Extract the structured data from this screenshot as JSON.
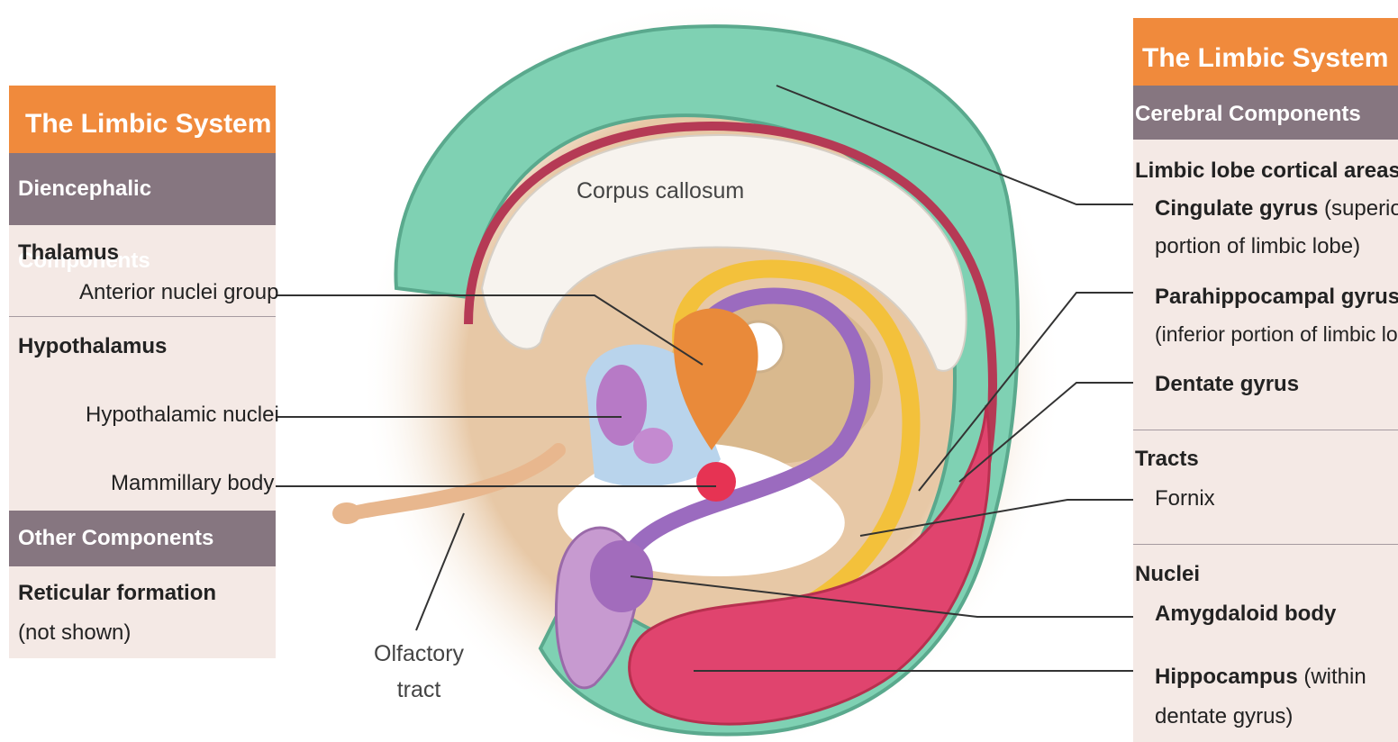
{
  "left_panel": {
    "title": "The Limbic System",
    "section1": "Diencephalic Components",
    "thalamus": "Thalamus",
    "anterior": "Anterior nuclei group",
    "hypothalamus": "Hypothalamus",
    "hypo_nuclei": "Hypothalamic nuclei",
    "mammillary": "Mammillary body",
    "section2": "Other Components",
    "reticular": "Reticular formation",
    "reticular_note": "(not shown)"
  },
  "right_panel": {
    "title": "The Limbic System",
    "section1": "Cerebral Components",
    "limbic_lobe": "Limbic lobe cortical areas",
    "cingulate": "Cingulate gyrus",
    "cingulate_note1": "(superior",
    "cingulate_note2": "portion of limbic lobe)",
    "parahippo": "Parahippocampal gyrus",
    "parahippo_note": "(inferior portion of limbic lobe",
    "dentate": "Dentate gyrus",
    "tracts": "Tracts",
    "fornix": "Fornix",
    "nuclei": "Nuclei",
    "amygdaloid": "Amygdaloid body",
    "hippocampus": "Hippocampus",
    "hippo_note1": "(within",
    "hippo_note2": "dentate gyrus)"
  },
  "diagram_labels": {
    "corpus": "Corpus callosum",
    "olfactory1": "Olfactory",
    "olfactory2": "tract"
  },
  "colors": {
    "orange_header": "#f08a3c",
    "mauve_header": "#867680",
    "panel_bg": "#f4e9e5",
    "cortex_green": "#7fd1b3",
    "fornix_purple": "#9b6bbf",
    "hippocampus_pink": "#e0446e",
    "yellow_tract": "#f3c13b"
  }
}
